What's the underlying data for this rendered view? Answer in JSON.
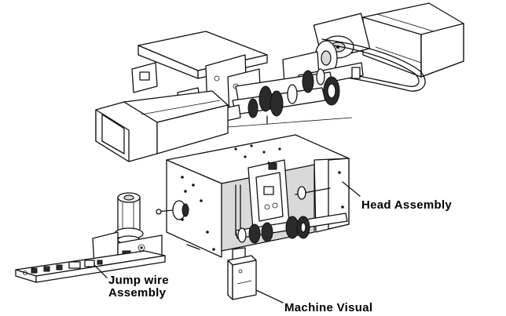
{
  "labels": {
    "head_assembly": "Head Assembly",
    "jump_wire_line1": "Jump wire",
    "jump_wire_line2": "Assembly",
    "machine_visual": "Machine Visual"
  }
}
